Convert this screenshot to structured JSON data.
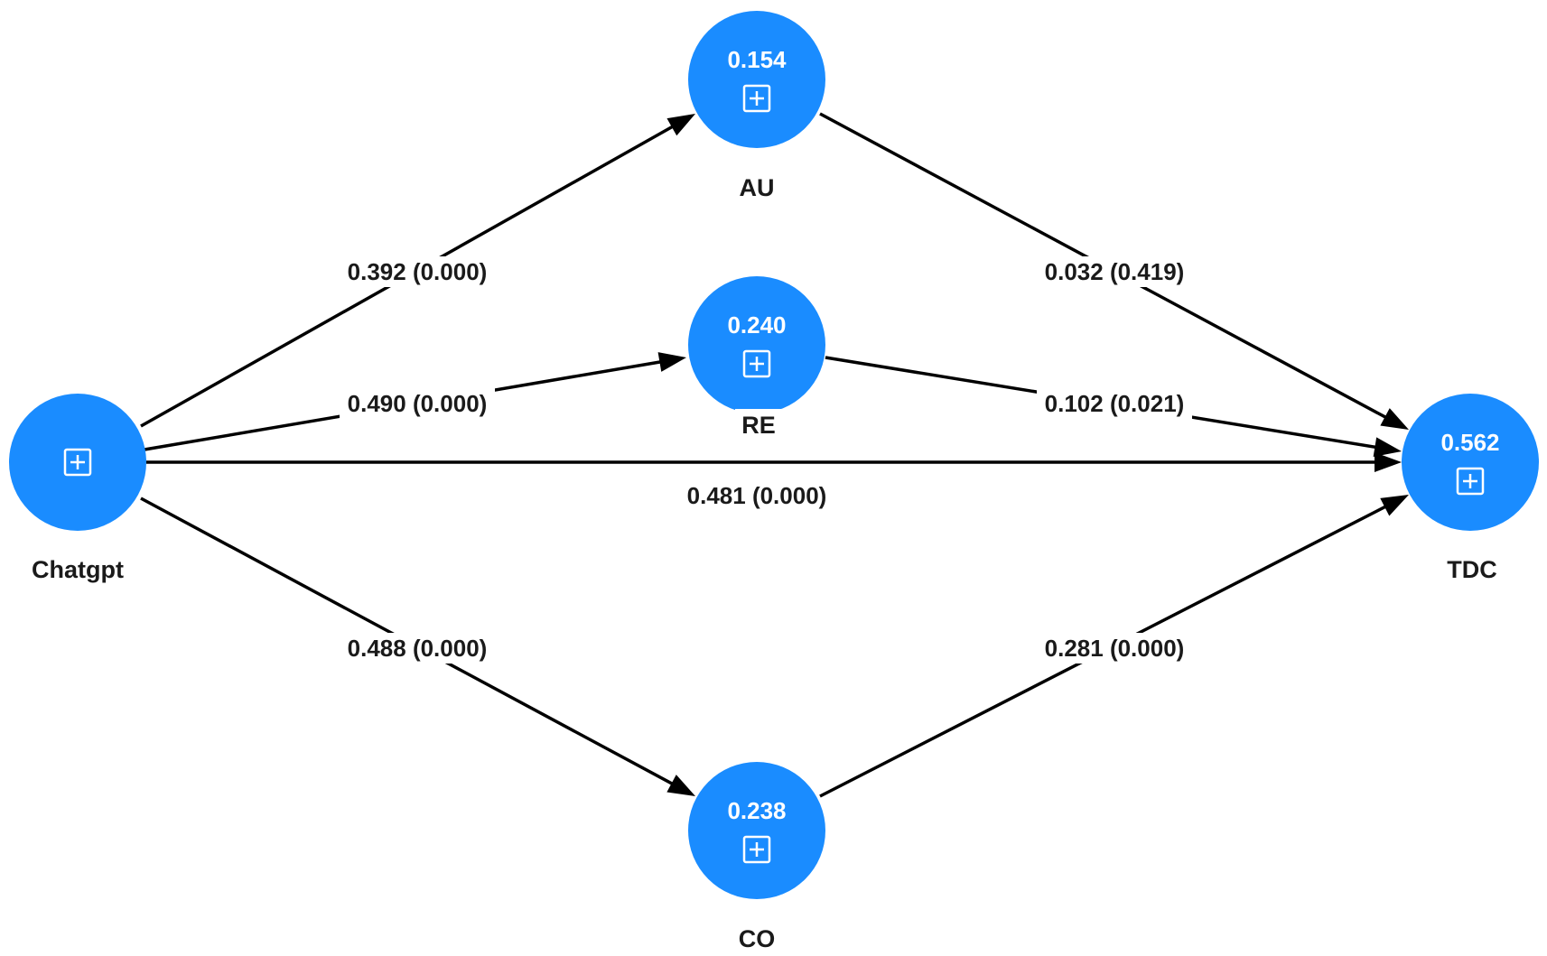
{
  "colors": {
    "node_fill": "#1a8cff",
    "edge_stroke": "#000000",
    "label_text": "#1a1a1a",
    "node_text": "#ffffff"
  },
  "nodes": [
    {
      "id": "chatgpt",
      "name": "Chatgpt",
      "value": "",
      "icon": "expand-plus-icon"
    },
    {
      "id": "au",
      "name": "AU",
      "value": "0.154",
      "icon": "expand-plus-icon"
    },
    {
      "id": "re",
      "name": "RE",
      "value": "0.240",
      "icon": "expand-plus-icon"
    },
    {
      "id": "co",
      "name": "CO",
      "value": "0.238",
      "icon": "expand-plus-icon"
    },
    {
      "id": "tdc",
      "name": "TDC",
      "value": "0.562",
      "icon": "expand-plus-icon"
    }
  ],
  "edges": [
    {
      "id": "chatgpt-au",
      "from": "chatgpt",
      "to": "au",
      "label": "0.392 (0.000)"
    },
    {
      "id": "chatgpt-re",
      "from": "chatgpt",
      "to": "re",
      "label": "0.490 (0.000)"
    },
    {
      "id": "chatgpt-tdc",
      "from": "chatgpt",
      "to": "tdc",
      "label": "0.481 (0.000)"
    },
    {
      "id": "chatgpt-co",
      "from": "chatgpt",
      "to": "co",
      "label": "0.488 (0.000)"
    },
    {
      "id": "au-tdc",
      "from": "au",
      "to": "tdc",
      "label": "0.032 (0.419)"
    },
    {
      "id": "re-tdc",
      "from": "re",
      "to": "tdc",
      "label": "0.102 (0.021)"
    },
    {
      "id": "co-tdc",
      "from": "co",
      "to": "tdc",
      "label": "0.281 (0.000)"
    }
  ]
}
